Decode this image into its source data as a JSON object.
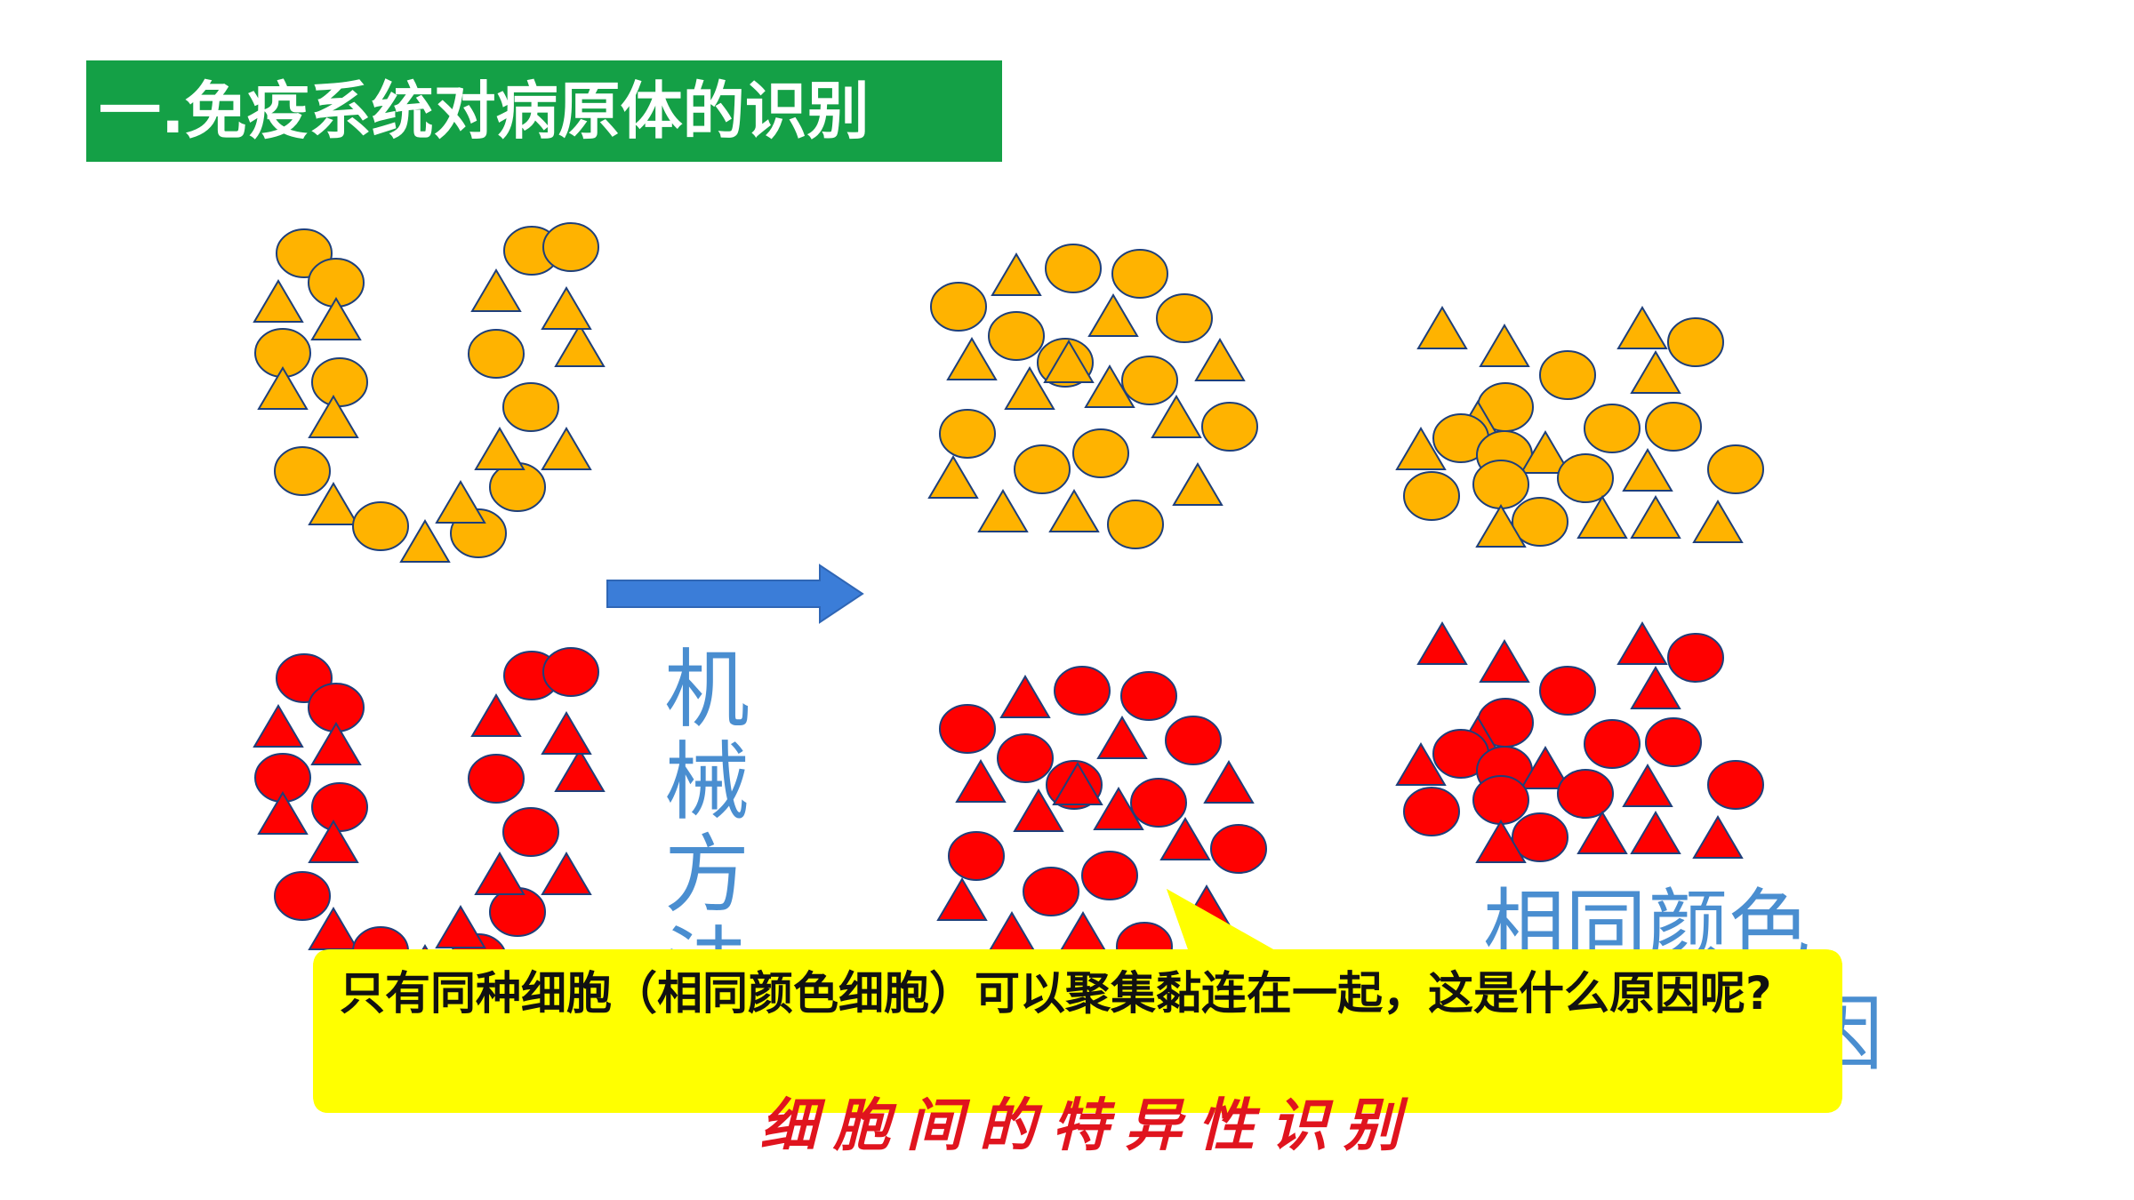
{
  "title": "一.免疫系统对病原体的识别",
  "method_label_chars": [
    "机",
    "械",
    "方",
    "法"
  ],
  "color_label": "相同颜色",
  "color_label_tail": "因",
  "callout": {
    "text": "只有同种细胞（相同颜色细胞）可以聚集黏连在一起，这是什么原因呢?"
  },
  "answer": "细胞间的特异性识别",
  "colors": {
    "banner": "#14a046",
    "yellow_cell": "#ffb300",
    "red_cell": "#ff0000",
    "arrow": "#3b7dd8",
    "label_blue": "#4a8ed0",
    "callout_fill": "#ffff00",
    "answer_red": "#e0141e"
  }
}
